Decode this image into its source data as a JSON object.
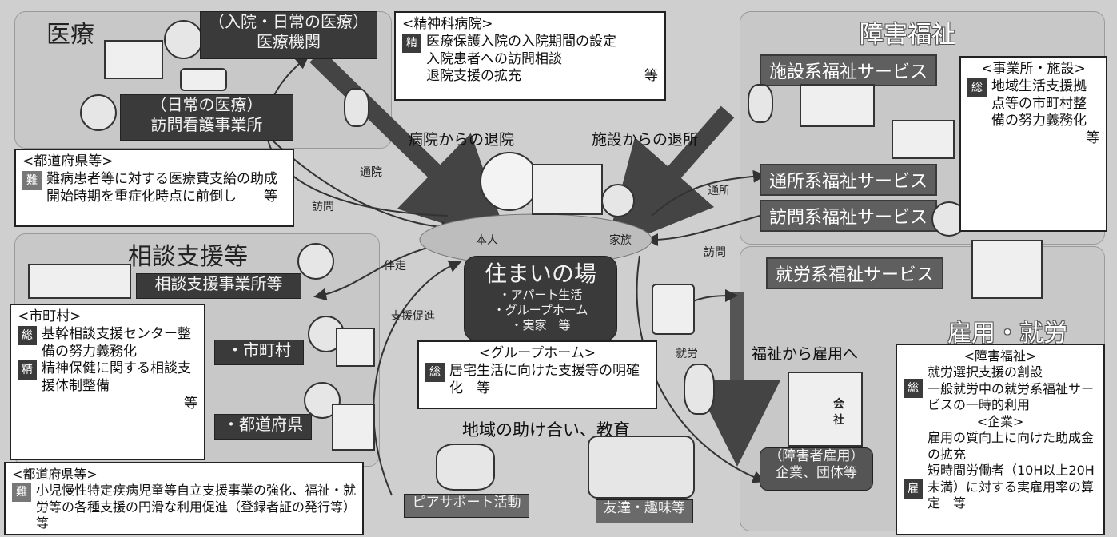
{
  "medical": {
    "title": "医療",
    "hospital_box": "（入院・日常の医療）\n医療機関",
    "nursing_box": "（日常の医療）\n訪問看護事業所"
  },
  "psych_note": {
    "header": "<精神科病院>",
    "tag": "精",
    "lines": [
      "医療保護入院の入院期間の設定",
      "入院患者への訪問相談",
      "退院支援の拡充"
    ],
    "suffix": "等"
  },
  "pref_note_top": {
    "header": "<都道府県等>",
    "tag": "難",
    "text": "難病患者等に対する医療費支給の助成開始時期を重症化時点に前倒し",
    "suffix": "等"
  },
  "disability": {
    "title": "障害福祉",
    "facility_service": "施設系福祉サービス",
    "daycare_service": "通所系福祉サービス",
    "visit_service": "訪問系福祉サービス",
    "work_service": "就労系福祉サービス"
  },
  "office_note": {
    "header": "<事業所・施設>",
    "tag": "総",
    "text": "地域生活支援拠点等の市町村整備の努力義務化",
    "suffix": "等"
  },
  "consult": {
    "title": "相談支援等",
    "office_box": "相談支援事業所等",
    "city_box": "・市町村",
    "pref_box": "・都道府県"
  },
  "city_note": {
    "header": "<市町村>",
    "tag1": "総",
    "text1": "基幹相談支援センター整備の努力義務化",
    "tag2": "精",
    "text2": "精神保健に関する相談支援体制整備",
    "suffix": "等"
  },
  "pref_note_bottom": {
    "header": "<都道府県等>",
    "tag": "難",
    "text": "小児慢性特定疾病児童等自立支援事業の強化、福祉・就労等の各種支援の円滑な利用促進（登録者証の発行等）",
    "suffix": "等"
  },
  "center": {
    "discharge_hospital": "病院からの退院",
    "discharge_facility": "施設からの退所",
    "self_label": "本人",
    "family_label": "家族",
    "home_title": "住まいの場",
    "home_items": [
      "・アパート生活",
      "・グループホーム",
      "・実家　等"
    ]
  },
  "gh_note": {
    "header": "<グループホーム>",
    "tag": "総",
    "text": "居宅生活に向けた支援等の明確化",
    "suffix": "等"
  },
  "community": {
    "title": "地域の助け合い、教育",
    "peer": "ピアサポート活動",
    "friends": "友達・趣味等"
  },
  "employment": {
    "title": "雇用・就労",
    "welfare_to_work": "福祉から雇用へ",
    "company_box": "（障害者雇用）\n企業、団体等",
    "company_sign": "会社"
  },
  "emp_note": {
    "header1": "<障害福祉>",
    "tag1": "総",
    "text1a": "就労選択支援の創設",
    "text1b": "一般就労中の就労系福祉サービスの一時的利用",
    "header2": "<企業>",
    "text2a": "雇用の質向上に向けた助成金の拡充",
    "tag2": "雇",
    "text2b": "短時間労働者（10H以上20H未満）に対する実雇用率の算定",
    "suffix": "等"
  },
  "arrow_labels": {
    "outpatient": "通院",
    "visit1": "訪問",
    "accompany": "伴走",
    "support_promote": "支援促進",
    "daycare": "通所",
    "visit2": "訪問",
    "work": "就労"
  },
  "colors": {
    "panel": "#c8c8c8",
    "dark": "#3a3a3a",
    "service": "#5f5f5f",
    "note_bg": "#ffffff"
  }
}
